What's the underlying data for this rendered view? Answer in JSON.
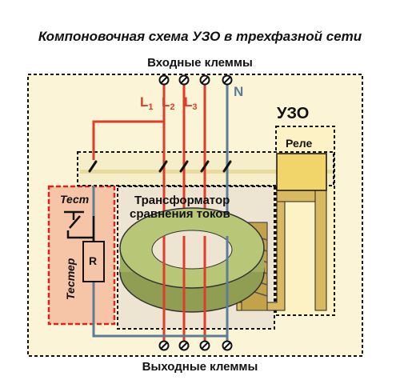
{
  "title": "Компоновочная схема УЗО в трехфазной сети",
  "input_terminals_label": "Входные клеммы",
  "output_terminals_label": "Выходные клеммы",
  "phases": {
    "l1": {
      "letter": "L",
      "sub": "1"
    },
    "l2": {
      "letter": "L",
      "sub": "2"
    },
    "l3": {
      "letter": "L",
      "sub": "3"
    },
    "n": "N"
  },
  "device_label": "УЗО",
  "relay_label": "Реле",
  "transformer_label": [
    "Трансформатор",
    "сравнения токов"
  ],
  "test_label": "Тест",
  "tester_label": "Тестер",
  "resistor_label": "R",
  "colors": {
    "phase": "#e03c2a",
    "neutral": "#5d7d96",
    "device_fill": "#fbf4d7",
    "tester_fill": "#f6c5a8",
    "tester_border": "#e02020",
    "transformer_fill": "#ede5d2",
    "core": "#9fae60",
    "relay_fill": "#fdf2c4",
    "relay_frame": "#c8a84a",
    "bus": "#f5eec9"
  }
}
